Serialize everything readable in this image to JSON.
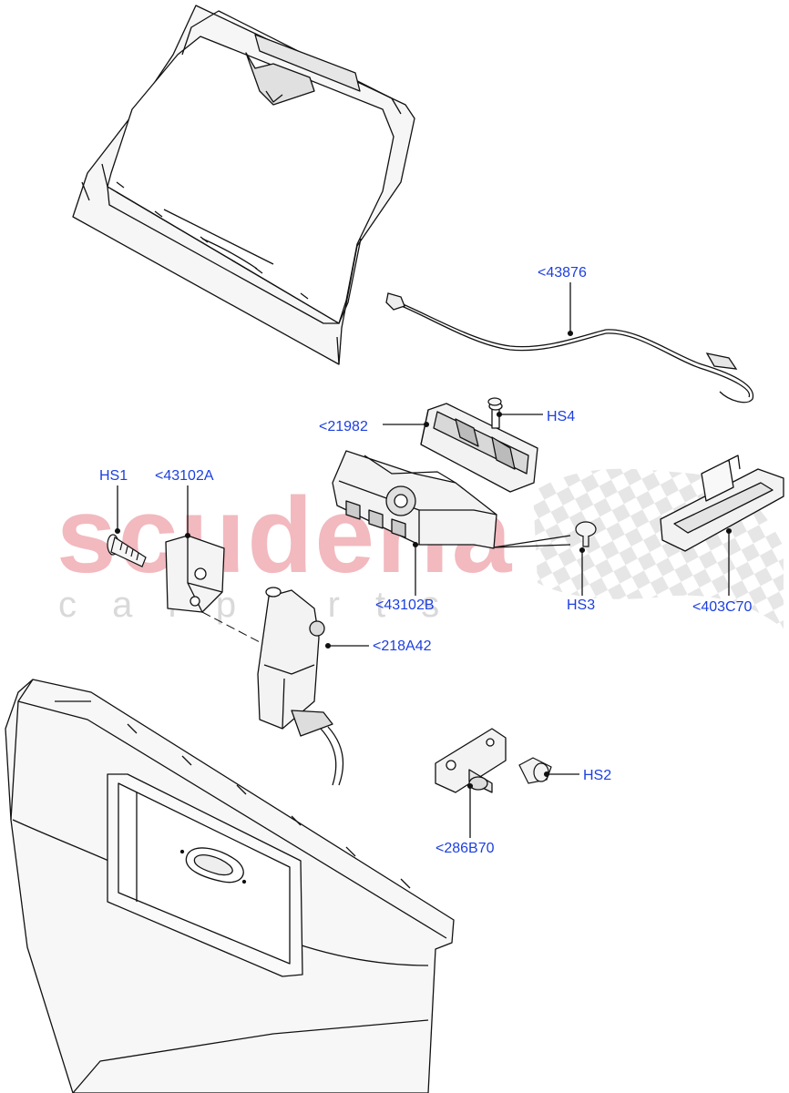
{
  "watermark": {
    "brand": "scuderia",
    "tagline": "c a r   p a r t s",
    "brand_color": "#f2b9bf",
    "tagline_color": "#d9d9d9"
  },
  "colors": {
    "callout_text": "#1c3fe0",
    "line_art": "#111111",
    "part_fill": "#f4f4f4",
    "shade_fill": "#cfcfcf"
  },
  "callouts": [
    {
      "id": "c-43876",
      "label": "<43876"
    },
    {
      "id": "c-21982",
      "label": "<21982"
    },
    {
      "id": "c-hs4",
      "label": "HS4"
    },
    {
      "id": "c-hs1",
      "label": "HS1"
    },
    {
      "id": "c-43102a",
      "label": "<43102A"
    },
    {
      "id": "c-43102b",
      "label": "<43102B"
    },
    {
      "id": "c-hs3",
      "label": "HS3"
    },
    {
      "id": "c-403c70",
      "label": "<403C70"
    },
    {
      "id": "c-218a42",
      "label": "<218A42"
    },
    {
      "id": "c-hs2",
      "label": "HS2"
    },
    {
      "id": "c-286b70",
      "label": "<286B70"
    }
  ]
}
